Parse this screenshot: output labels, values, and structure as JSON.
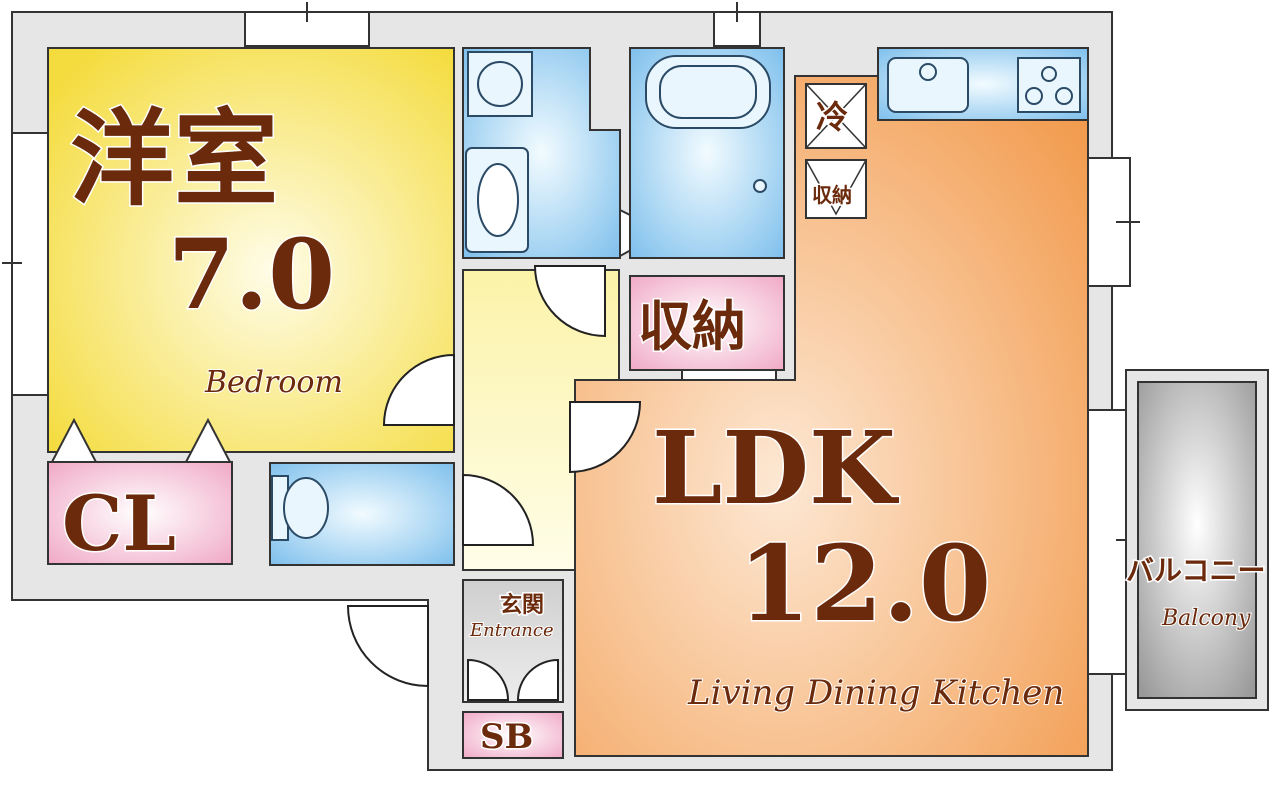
{
  "rooms": {
    "bedroom": {
      "jp": "洋室",
      "size": "7.0",
      "en": "Bedroom"
    },
    "closet": {
      "label": "CL"
    },
    "storage": {
      "label": "収納"
    },
    "ldk": {
      "label": "LDK",
      "size": "12.0",
      "en": "Living Dining Kitchen"
    },
    "balcony": {
      "jp": "バルコニー",
      "en": "Balcony"
    },
    "entrance": {
      "jp": "玄関",
      "en": "Entrance"
    },
    "shoe_box": {
      "label": "SB"
    },
    "fridge": {
      "label": "冷"
    },
    "kitchen_storage": {
      "label": "収納"
    }
  },
  "colors": {
    "bedroom": "#f5e04a",
    "ldk": "#f0a35a",
    "wet_area": "#8ec9ef",
    "storage": "#f4b6cf",
    "balcony": "#b9b9b9",
    "wall": "#e6e6e6",
    "label": "#6b2a0c"
  }
}
